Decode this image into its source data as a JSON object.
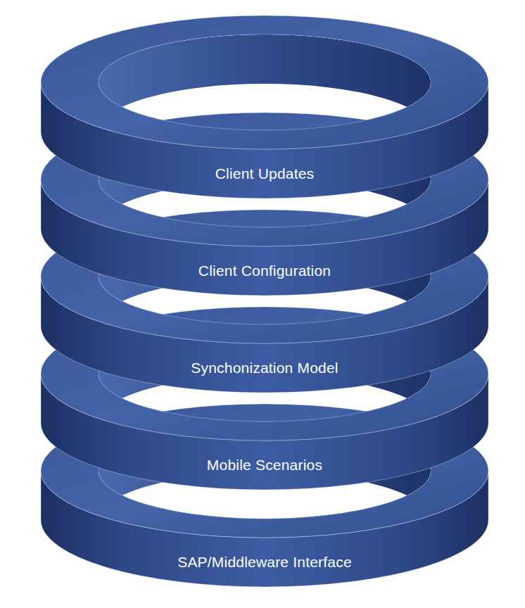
{
  "diagram": {
    "nodes": [
      {
        "text": [
          "Client Updates"
        ]
      },
      {
        "text": [
          "Client Configuration"
        ]
      },
      {
        "text": [
          "Synchonization Model"
        ]
      },
      {
        "text": [
          "Mobile Scenarios"
        ]
      },
      {
        "text": [
          "SAP/Middleware Interface"
        ]
      }
    ]
  }
}
